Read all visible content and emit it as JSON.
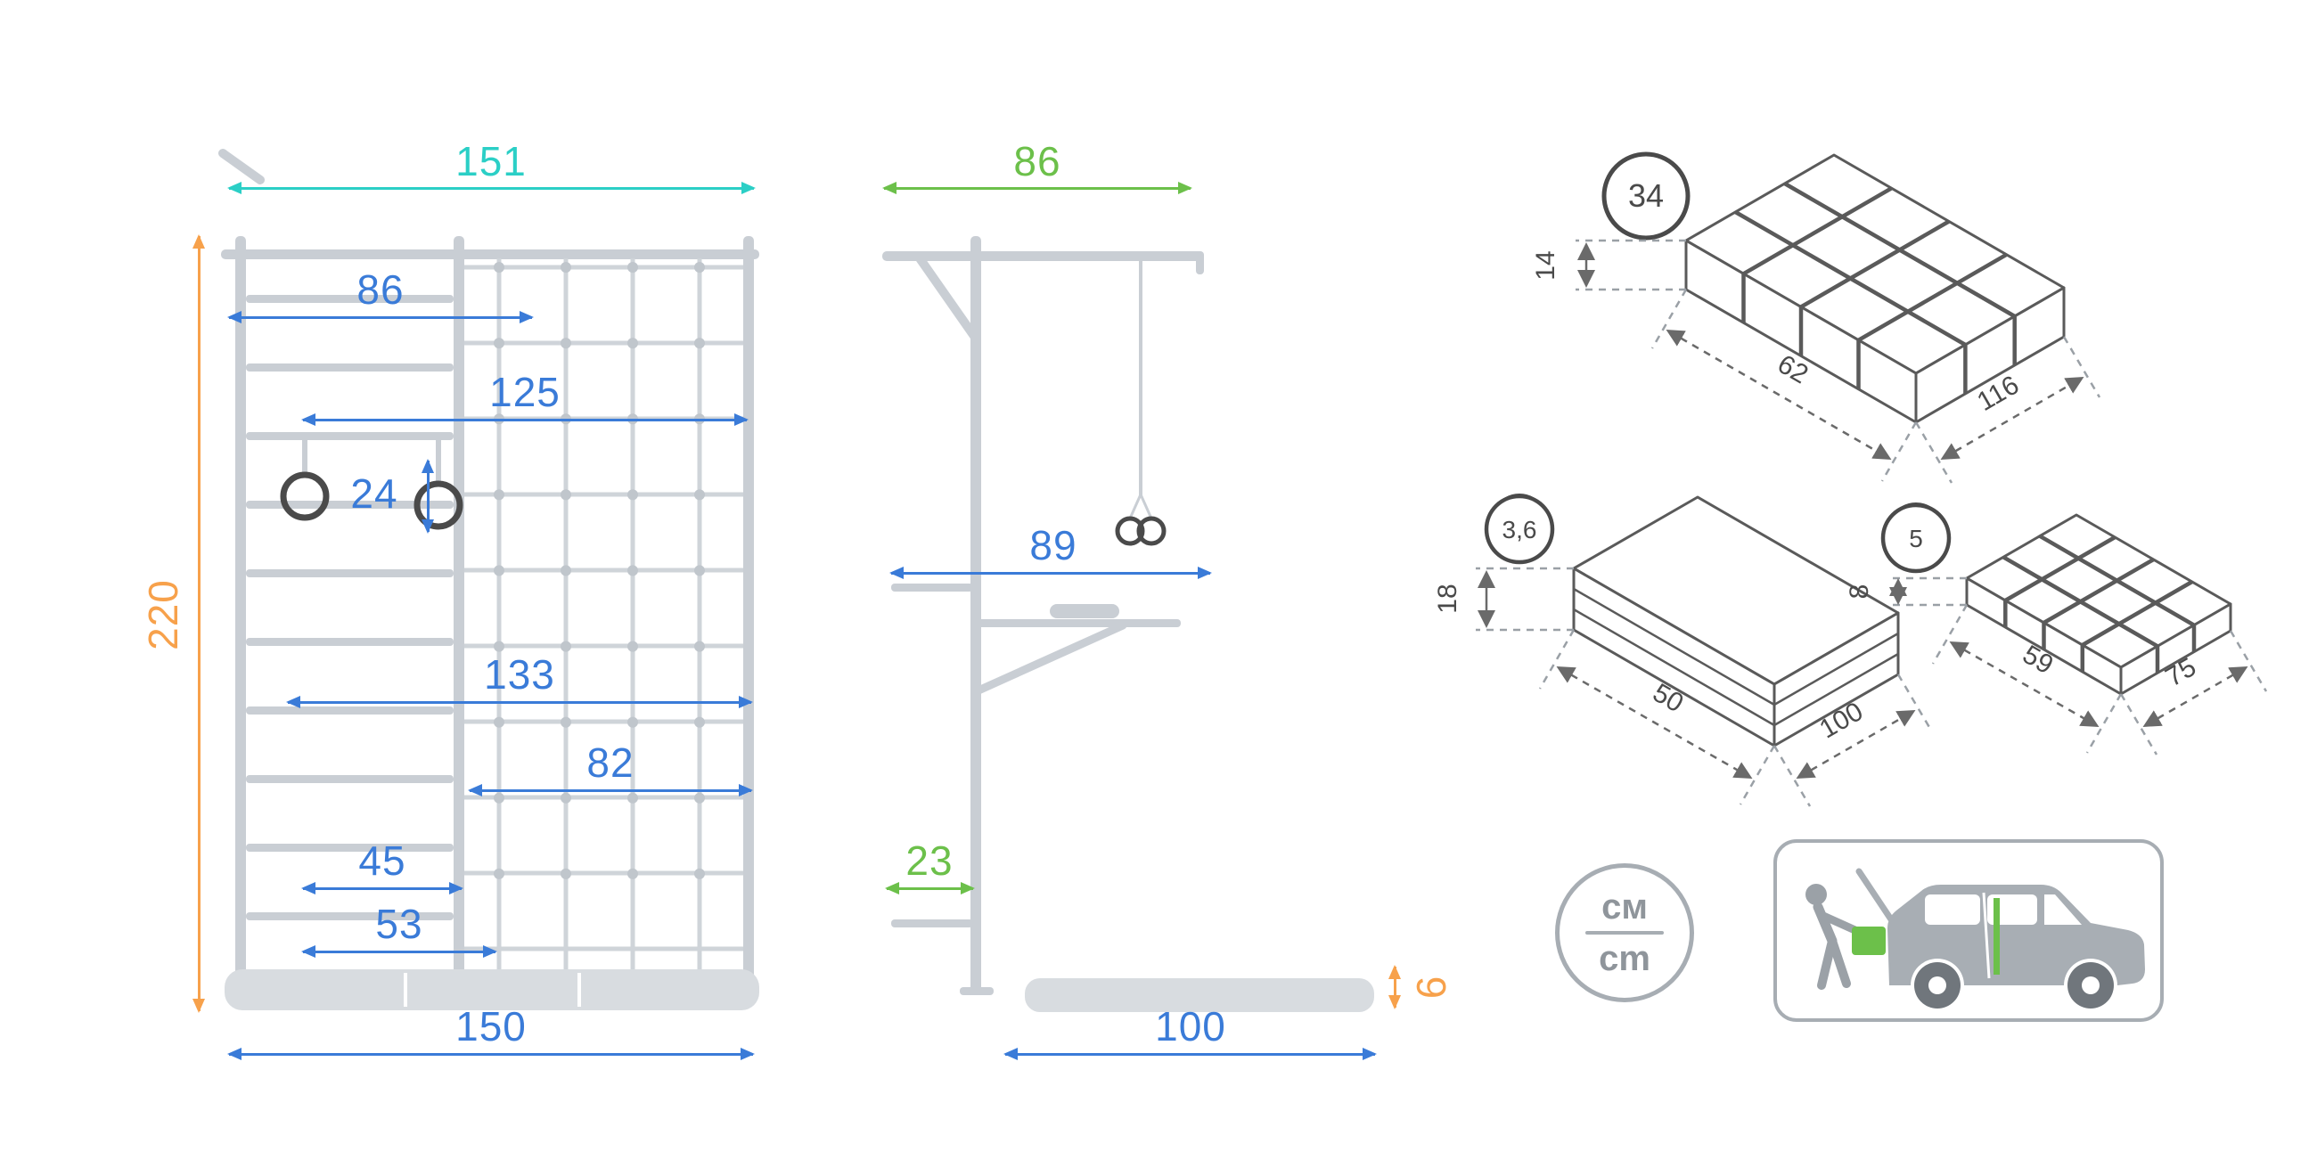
{
  "units": {
    "cyrillic": "см",
    "latin": "cm"
  },
  "colors": {
    "cyan": "#2BCFC6",
    "green": "#6CC04A",
    "blue": "#3A7BD8",
    "orange": "#F7A14B"
  },
  "front_view": {
    "total_width": "151",
    "ladder_width": "86",
    "inner_width": "125",
    "rings_diameter": "24",
    "total_height": "220",
    "lower_width": "133",
    "net_width": "82",
    "rung_width": "45",
    "base_width": "53",
    "mat_width": "150"
  },
  "side_view": {
    "top_depth": "86",
    "seat_depth": "89",
    "bracket_depth": "23",
    "mat_length": "100",
    "mat_thickness": "6"
  },
  "packages": [
    {
      "weight": "34",
      "height": "14",
      "depth": "62",
      "length": "116"
    },
    {
      "weight": "3,6",
      "height": "18",
      "depth": "50",
      "length": "100"
    },
    {
      "weight": "5",
      "height": "8",
      "depth": "59",
      "length": "75"
    }
  ],
  "icons": {
    "weight": "kettlebell-icon",
    "units": "cm-units-badge",
    "transport": "fits-in-car-icon"
  }
}
